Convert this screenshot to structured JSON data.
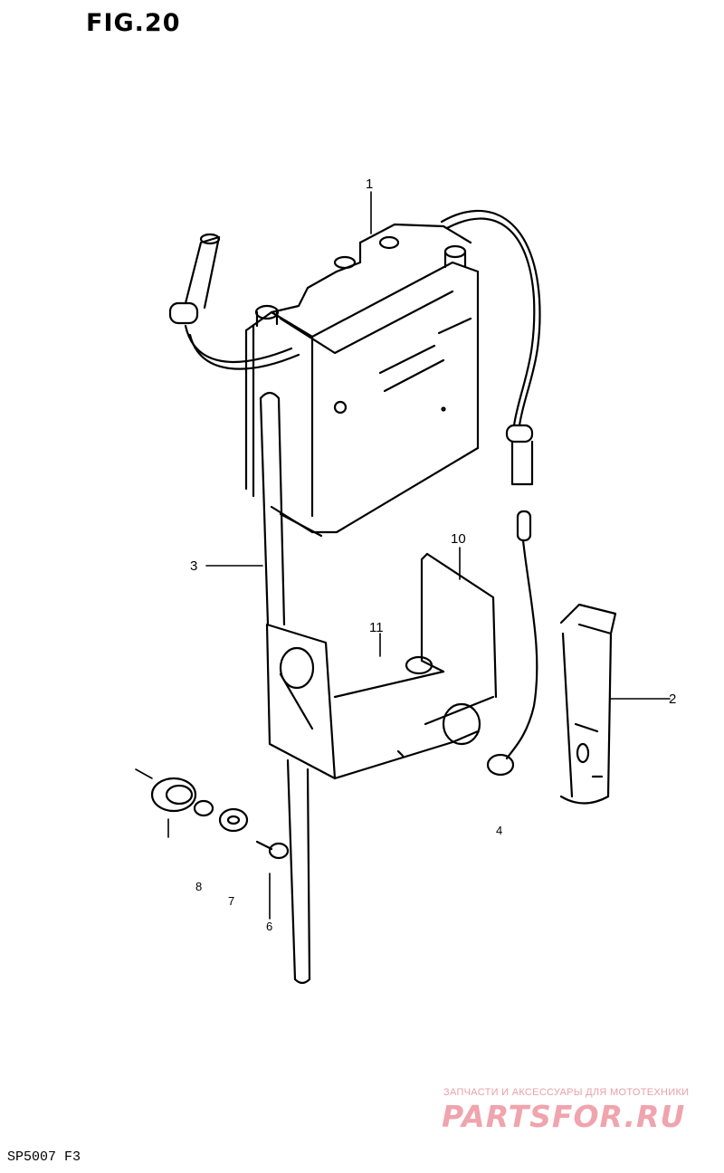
{
  "figure": {
    "title": "FIG.20"
  },
  "callouts": {
    "c1": "1",
    "c2": "2",
    "c3": "3",
    "c4": "4",
    "c6": "6",
    "c7": "7",
    "c8": "8",
    "c10": "10",
    "c11": "11"
  },
  "footer": {
    "code": "SP5007 F3"
  },
  "watermark": {
    "subtitle": "ЗАПЧАСТИ И АКСЕССУАРЫ ДЛЯ МОТОТЕХНИКИ",
    "brand": "PARTSFOR.RU"
  }
}
